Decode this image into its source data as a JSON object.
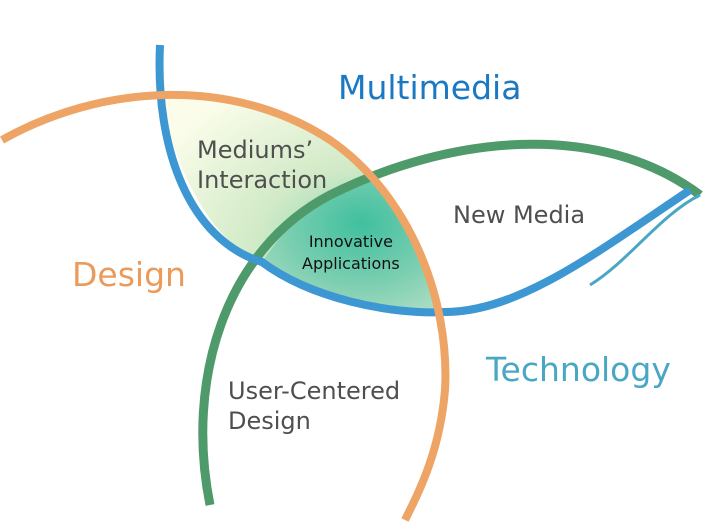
{
  "diagram": {
    "categories": {
      "multimedia": "Multimedia",
      "design": "Design",
      "technology": "Technology"
    },
    "regions": {
      "mediums_interaction": [
        "Mediums’",
        "Interaction"
      ],
      "new_media": "New Media",
      "user_centered_design": [
        "User-Centered",
        "Design"
      ],
      "innovative_applications": [
        "Innovative",
        "Applications"
      ]
    }
  },
  "colors": {
    "multimedia": "#1b78c2",
    "design": "#eb9a5a",
    "technology": "#4aa7c4",
    "blue_arc": "#3c97d2",
    "orange_arc": "#eda465",
    "green_arc": "#4f9a6a",
    "intersection_fill": "#e7f2c8",
    "center_fill": "#3fbfa0"
  }
}
